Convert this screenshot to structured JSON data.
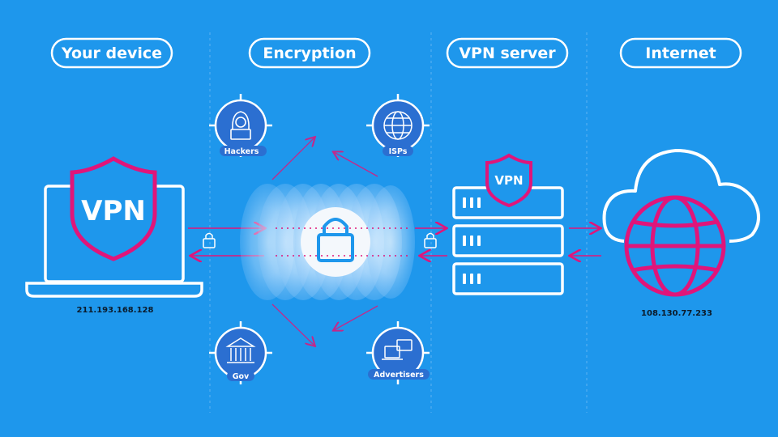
{
  "headers": {
    "device": "Your device",
    "encryption": "Encryption",
    "vpn_server": "VPN server",
    "internet": "Internet"
  },
  "device": {
    "shield_label": "VPN",
    "ip": "211.193.168.128"
  },
  "server": {
    "shield_label": "VPN"
  },
  "internet": {
    "ip": "108.130.77.233"
  },
  "threats": {
    "hackers": "Hackers",
    "isps": "ISPs",
    "gov": "Gov",
    "advertisers": "Advertisers"
  },
  "colors": {
    "background": "#1e97ec",
    "accent_magenta": "#e0157a",
    "white": "#ffffff",
    "threat_circle": "#2b6fd1"
  }
}
